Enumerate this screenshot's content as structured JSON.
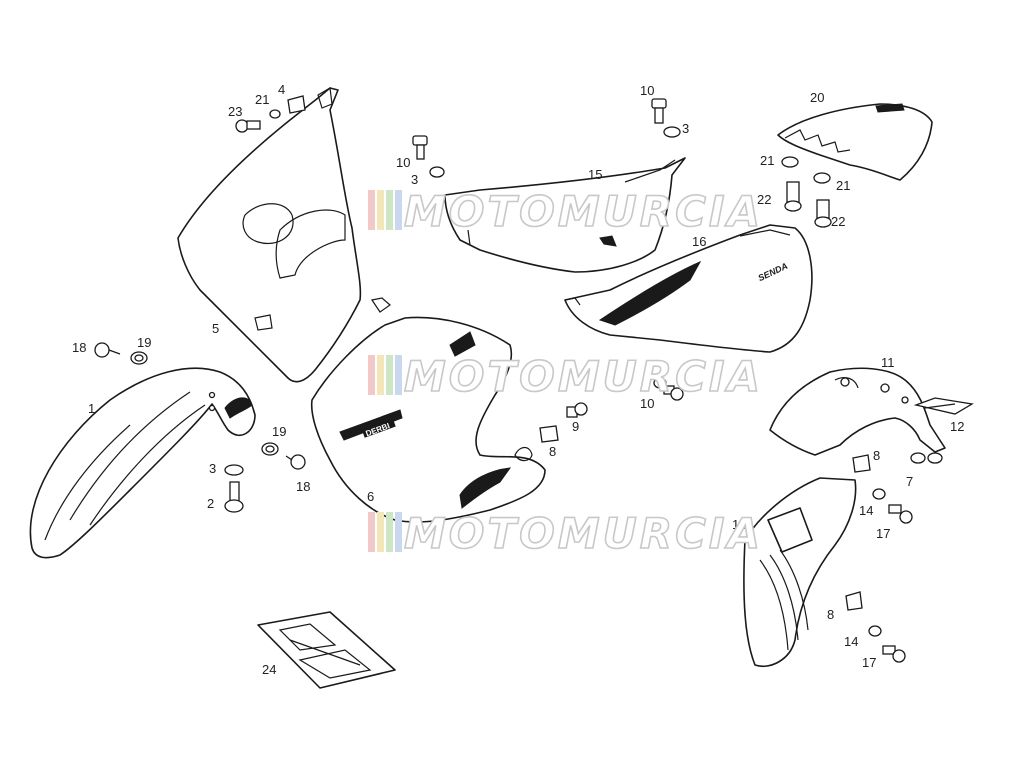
{
  "labels": {
    "l1": "1",
    "l2": "2",
    "l3a": "3",
    "l3b": "3",
    "l3c": "3",
    "l4": "4",
    "l5": "5",
    "l6": "6",
    "l7": "7",
    "l8a": "8",
    "l8b": "8",
    "l8c": "8",
    "l9": "9",
    "l10a": "10",
    "l10b": "10",
    "l10c": "10",
    "l11": "11",
    "l12": "12",
    "l13": "13",
    "l14a": "14",
    "l14b": "14",
    "l15": "15",
    "l16": "16",
    "l17a": "17",
    "l17b": "17",
    "l18a": "18",
    "l18b": "18",
    "l19a": "19",
    "l19b": "19",
    "l20": "20",
    "l21a": "21",
    "l21b": "21",
    "l21c": "21",
    "l22a": "22",
    "l22b": "22",
    "l23": "23",
    "l24": "24"
  },
  "watermark": {
    "text": "MOTOMURCIA",
    "stripe_colors": [
      "#f2c9c9",
      "#f4e6b8",
      "#cde6c4",
      "#c9d8ef"
    ]
  },
  "decals": {
    "side_brand": "SENDA",
    "plate_text": "DERBI"
  }
}
